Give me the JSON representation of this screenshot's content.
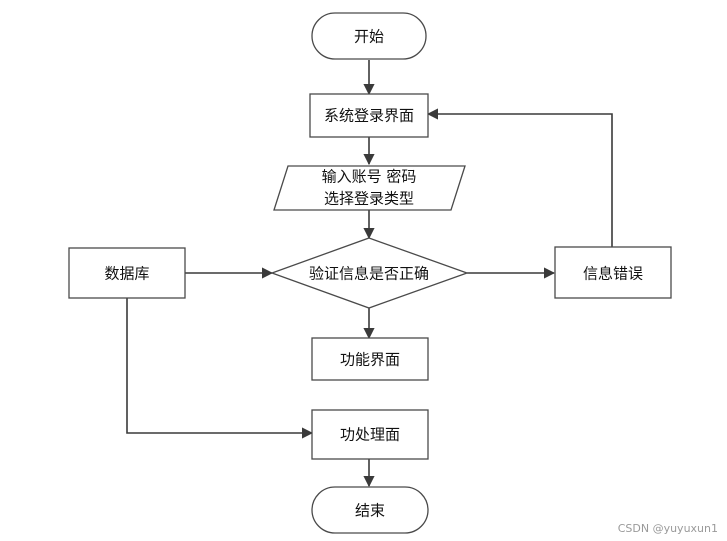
{
  "nodes": {
    "start": "开始",
    "login": "系统登录界面",
    "input_line1": "输入账号 密码",
    "input_line2": "选择登录类型",
    "verify": "验证信息是否正确",
    "database": "数据库",
    "error": "信息错误",
    "function": "功能界面",
    "process": "功处理面",
    "end": "结束"
  },
  "watermark": "CSDN @yuyuxun1"
}
